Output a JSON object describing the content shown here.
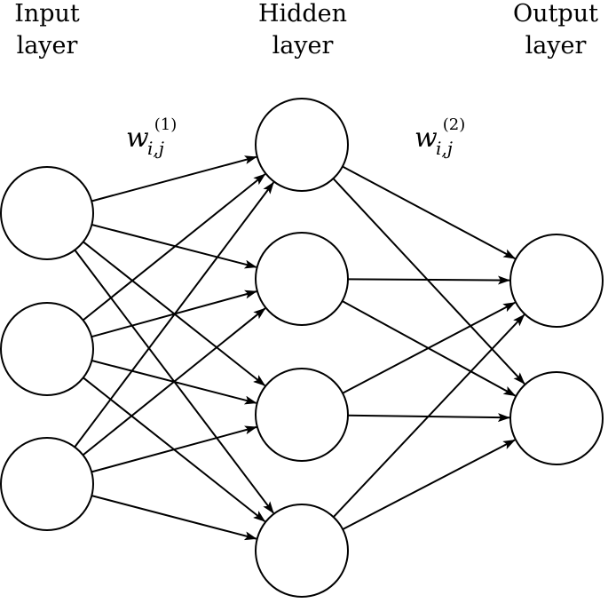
{
  "layers": {
    "input": {
      "label_line1": "Input",
      "label_line2": "layer",
      "neuron_count": 3
    },
    "hidden": {
      "label_line1": "Hidden",
      "label_line2": "layer",
      "neuron_count": 4
    },
    "output": {
      "label_line1": "Output",
      "label_line2": "layer",
      "neuron_count": 2
    }
  },
  "weights": {
    "first": {
      "symbol": "w",
      "subscript": "i,j",
      "superscript": "(1)"
    },
    "second": {
      "symbol": "w",
      "subscript": "i,j",
      "superscript": "(2)"
    }
  },
  "connectivity": "fully-connected",
  "colors": {
    "stroke": "#000000",
    "fill": "#ffffff"
  }
}
